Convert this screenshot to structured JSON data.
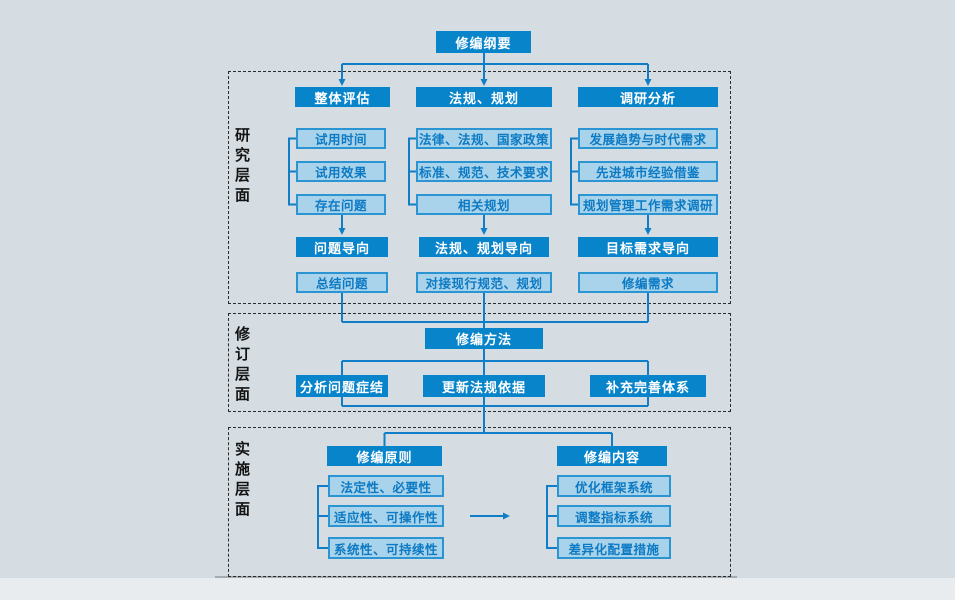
{
  "colors": {
    "canvas_bg": "#d5dde3",
    "node_dark_bg": "#0884cb",
    "node_dark_text": "#ffffff",
    "node_light_bg": "#a9d3ea",
    "node_light_border": "#2b94d2",
    "node_light_text": "#0c7ac4",
    "connector": "#0f7ec6",
    "section_dashed_border": "#2b2b2b",
    "footer_line": "#a2abb1"
  },
  "root_node": {
    "label": "修编纲要"
  },
  "sections": [
    {
      "label": "研究层面",
      "columns": [
        {
          "header": "整体评估",
          "items": [
            "试用时间",
            "试用效果",
            "存在问题"
          ],
          "conclusion": "问题导向",
          "output": "总结问题"
        },
        {
          "header": "法规、规划",
          "items": [
            "法律、法规、国家政策",
            "标准、规范、技术要求",
            "相关规划"
          ],
          "conclusion": "法规、规划导向",
          "output": "对接现行规范、规划"
        },
        {
          "header": "调研分析",
          "items": [
            "发展趋势与时代需求",
            "先进城市经验借鉴",
            "规划管理工作需求调研"
          ],
          "conclusion": "目标需求导向",
          "output": "修编需求"
        }
      ]
    },
    {
      "label": "修订层面",
      "method": "修编方法",
      "branches": [
        "分析问题症结",
        "更新法规依据",
        "补充完善体系"
      ]
    },
    {
      "label": "实施层面",
      "groups": [
        {
          "header": "修编原则",
          "items": [
            "法定性、必要性",
            "适应性、可操作性",
            "系统性、可持续性"
          ]
        },
        {
          "header": "修编内容",
          "items": [
            "优化框架系统",
            "调整指标系统",
            "差异化配置措施"
          ]
        }
      ]
    }
  ]
}
